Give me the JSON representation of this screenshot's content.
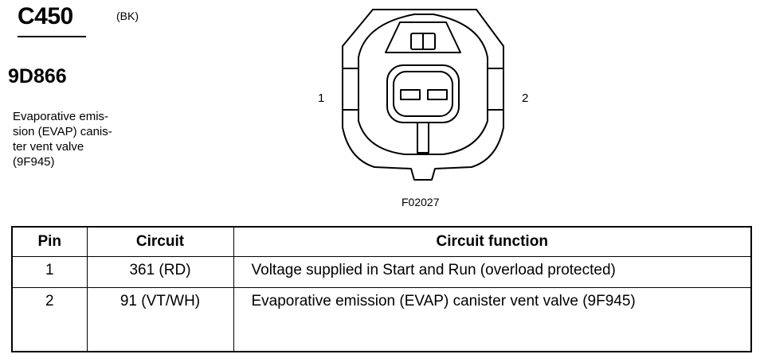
{
  "connector": {
    "id": "C450",
    "color_code": "(BK)"
  },
  "component": {
    "id": "9D866",
    "description_lines": [
      "Evaporative emis-",
      "sion (EVAP) canis-",
      "ter vent valve",
      "(9F945)"
    ]
  },
  "diagram": {
    "pin_labels": [
      "1",
      "2"
    ],
    "figure_id": "F02027"
  },
  "table": {
    "headers": {
      "pin": "Pin",
      "circuit": "Circuit",
      "function": "Circuit function"
    },
    "rows": [
      {
        "pin": "1",
        "circuit": "361 (RD)",
        "function": "Voltage supplied in Start and Run (overload protected)"
      },
      {
        "pin": "2",
        "circuit": "91 (VT/WH)",
        "function": "Evaporative emission (EVAP) canister vent valve (9F945)"
      }
    ]
  }
}
